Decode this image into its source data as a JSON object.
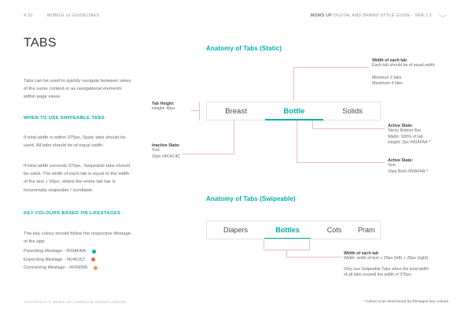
{
  "header": {
    "page_number": "4.10",
    "section": "MOBILE UI GUIDELINES",
    "brand": "MOMS UP",
    "guide_title": "DIGITAL AND BRAND STYLE GUIDE - VER 1.2"
  },
  "page_title": "TABS",
  "intro": "Tabs can be used to quickly navigate between views of the same context or as navigational elements within page views.",
  "when_heading": "WHEN TO USE SWIPEABLE TABS",
  "when_p1": "If total width is within 375px, Static tabs should be used. All tabs should be of equal width.",
  "when_p2": "If total width exceeds 375px, Swipeable tabs should be used. The width of each tab is equal to the width of the text + 50px, where the entire tab bar is horizontally swipeable / scrollable.",
  "key_heading": "KEY COLOURS BASED ON LIFESTAGES",
  "key_intro": "The key colour should follow the respective lifestage of the app:",
  "lifestages": [
    {
      "label": "Parenting lifestage - #00AFAA",
      "color": "#00AFAA"
    },
    {
      "label": "Expecting lifestage - #E46257",
      "color": "#E46257"
    },
    {
      "label": "Conceiving lifestage - #F69056",
      "color": "#F69056"
    }
  ],
  "static": {
    "heading": "Anatomy of Tabs (Static)",
    "tabs": [
      "Breast",
      "Bottle",
      "Solids"
    ],
    "active_index": 1,
    "ann_width_title": "Width of each tab",
    "ann_width_l1": "Each tab should be of equal width.",
    "ann_width_l2": "Minimum 2 tabs",
    "ann_width_l3": "Maximum 4 tabs",
    "ann_height_title": "Tab Height:",
    "ann_height_l1": "Height: 40px",
    "ann_inactive_title": "Inactive State:",
    "ann_inactive_l1": "Text",
    "ann_inactive_l2": "16px #4C4C4C",
    "ann_active1_title": "Active State:",
    "ann_active1_l1": "Sticky Bottom Bar",
    "ann_active1_l2": "Width: 100% of tab",
    "ann_active1_l3": "Height: 2px #00AFAA *",
    "ann_active2_title": "Active State:",
    "ann_active2_l1": "Text",
    "ann_active2_l2": "16px Bold #00AFAA *"
  },
  "swipe": {
    "heading": "Anatomy of Tabs (Swipeable)",
    "tabs": [
      "Diapers",
      "Bottles",
      "Cots",
      "Pram"
    ],
    "active_index": 1,
    "ann_title": "Width of each tab",
    "ann_l1": "Width: width of text + 25px (left) + 25px (right)",
    "ann_l2": "Only use Swipeable Tabs when the total width",
    "ann_l3": "of all tabs exceed the width of 375px"
  },
  "footer": {
    "copyright": "COPYRIGHT © MOMS UP, CORDLIFE GROUP LIMITED",
    "note": "* Colour to be determined by lifestages key colours"
  },
  "colors": {
    "accent": "#00AFAA",
    "guide_line": "#F0B8C4"
  }
}
